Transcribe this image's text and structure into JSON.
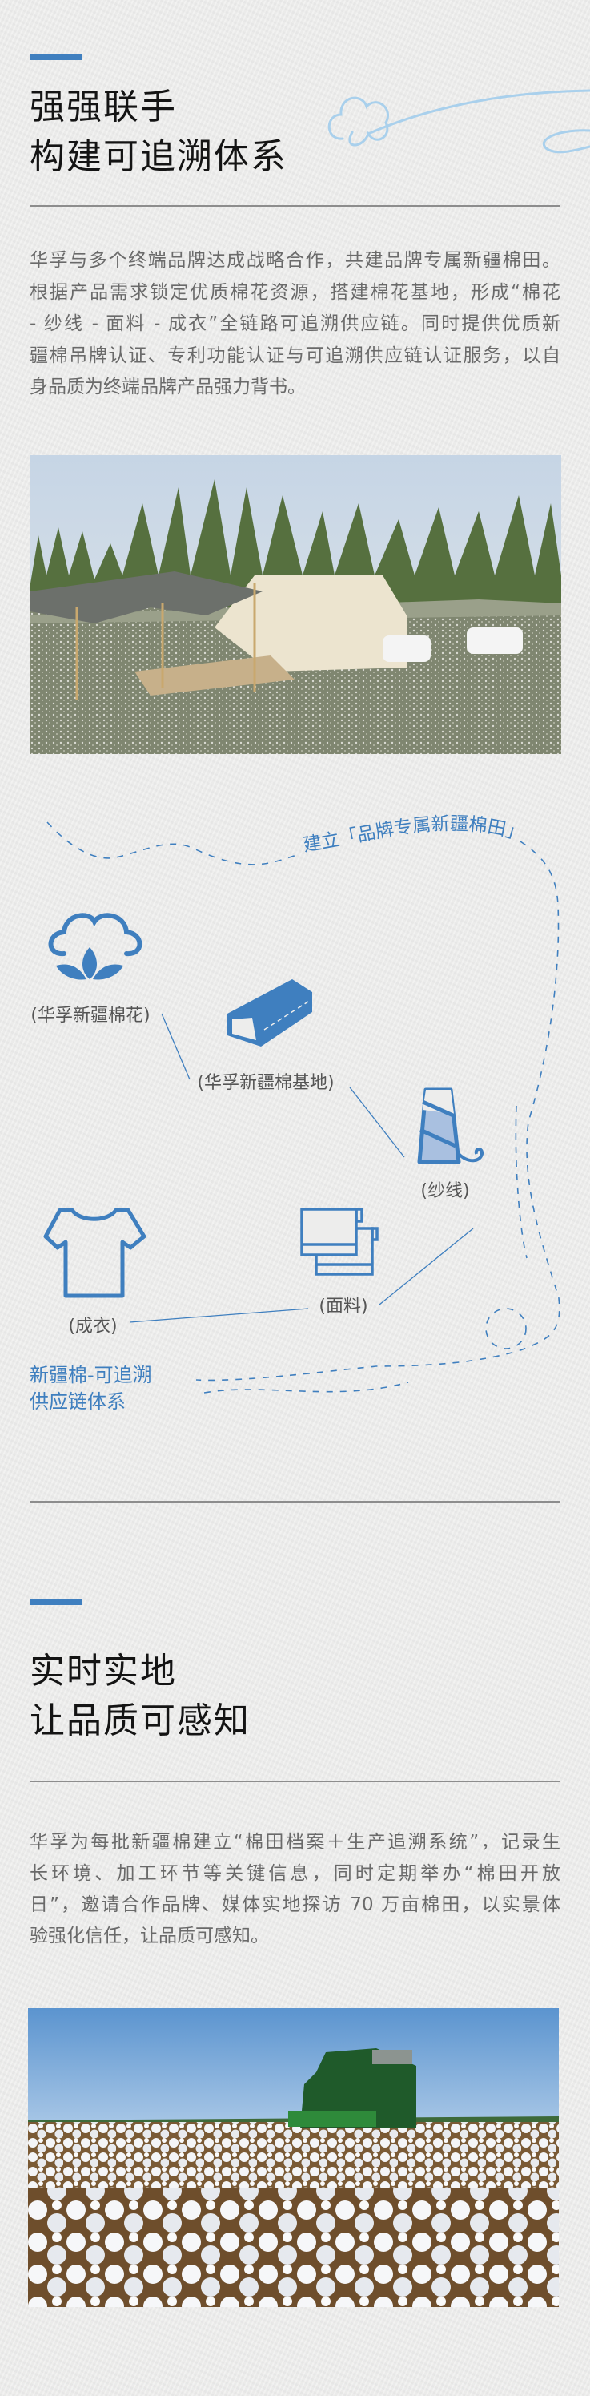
{
  "section1": {
    "title_lines": [
      "强强联手",
      "构建可追溯体系"
    ],
    "paragraph_lines": [
      "华孚与多个终端品牌达成战略合作，共建品牌专属新疆棉田。",
      "根据产品需求锁定优质棉花资源，搭建棉花基地，形成“棉花",
      "- 纱线 - 面料 - 成衣”全链路可追溯供应链。同时提供优质新",
      "疆棉吊牌认证、专利功能认证与可追溯供应链认证服务，以自",
      "身品质为终端品牌产品强力背书。"
    ]
  },
  "diagram": {
    "arc_label": "建立「品牌专属新疆棉田」",
    "nodes": {
      "cotton": "(华孚新疆棉花)",
      "base": "(华孚新疆棉基地)",
      "yarn": "(纱线)",
      "fabric": "(面料)",
      "garment": "(成衣)"
    },
    "caption_lines": [
      "新疆棉-可追溯",
      "供应链体系"
    ]
  },
  "section2": {
    "title_lines": [
      "实时实地",
      "让品质可感知"
    ],
    "paragraph_lines": [
      "华孚为每批新疆棉建立“棉田档案＋生产追溯系统”，记录生",
      "长环境、加工环节等关键信息，同时定期举办“棉田开放",
      "日”，邀请合作品牌、媒体实地探访 70 万亩棉田，以实景体",
      "验强化信任，让品质可感知。"
    ]
  },
  "colors": {
    "accent": "#3f7fbf",
    "doodle": "#a9d0ec",
    "text": "#6a6a6a",
    "title": "#141414"
  }
}
